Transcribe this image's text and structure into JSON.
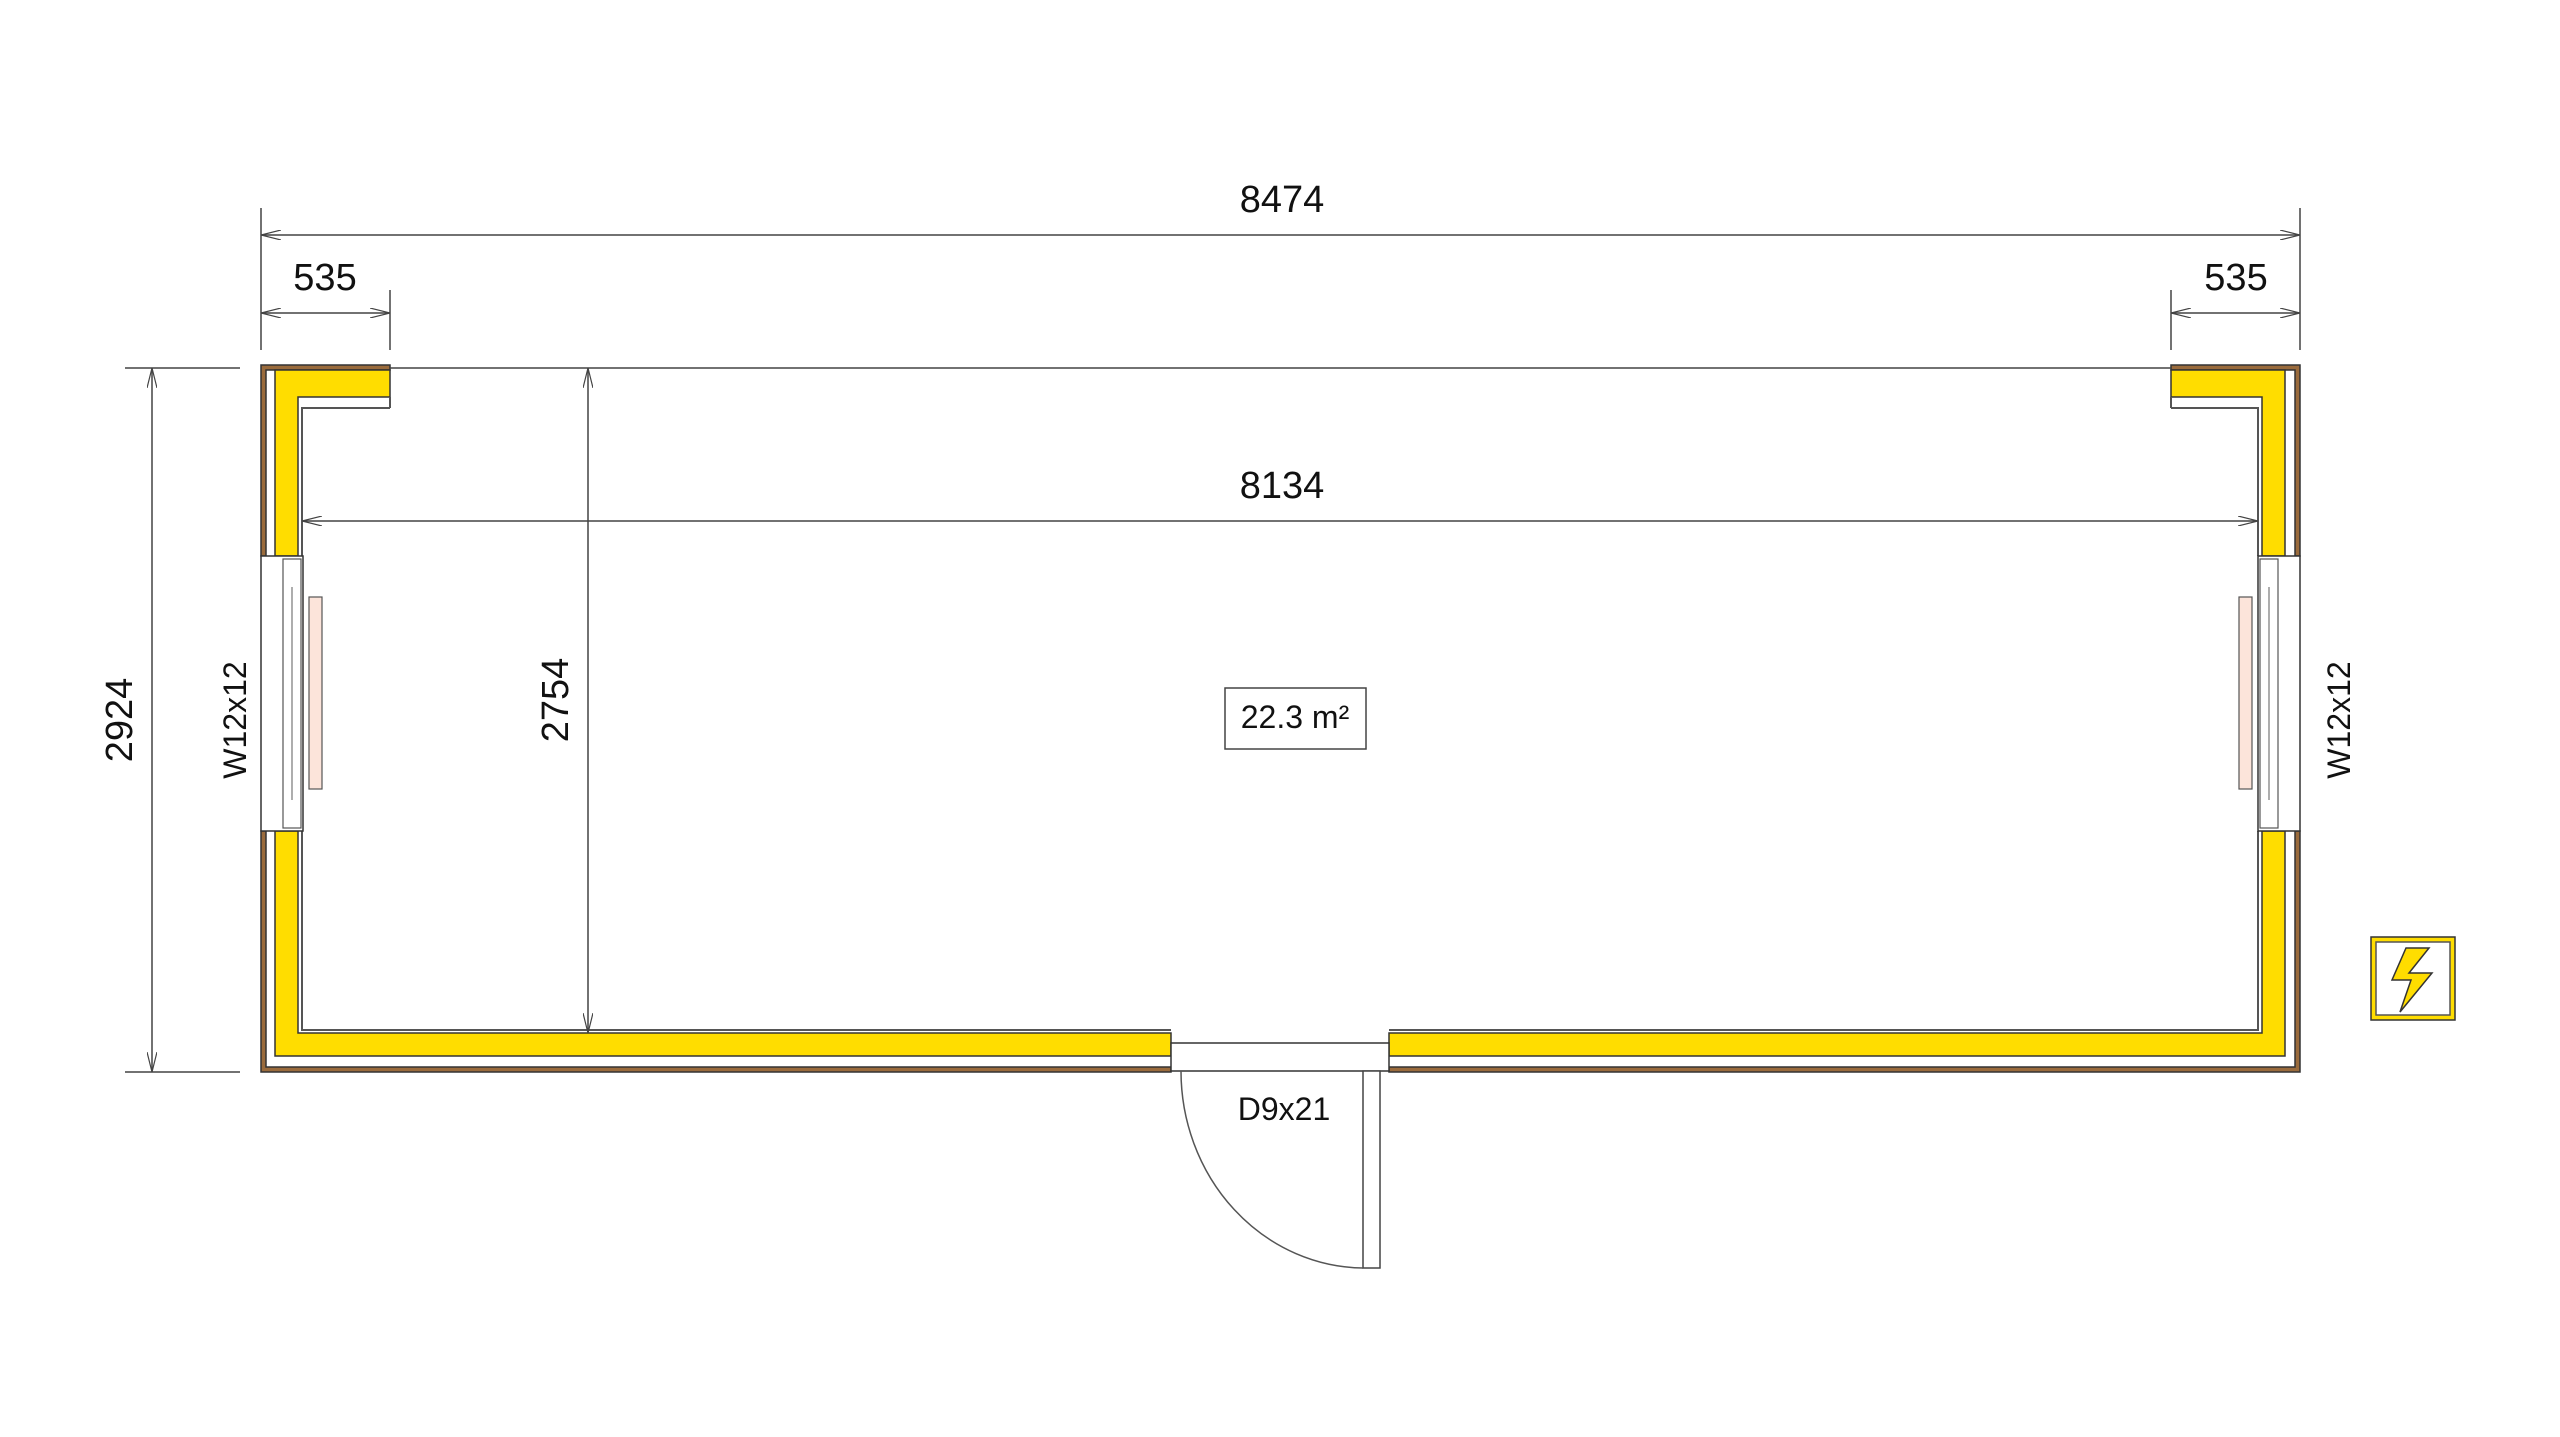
{
  "dimensions": {
    "overall_length": "8474",
    "left_offset": "535",
    "right_offset": "535",
    "inner_length": "8134",
    "overall_width": "2924",
    "inner_width": "2754"
  },
  "area_label": "22.3 m²",
  "windows": [
    {
      "label": "W12x12"
    },
    {
      "label": "W12x12"
    }
  ],
  "door": {
    "label": "D9x21"
  },
  "icons": {
    "electric": "lightning-bolt-icon"
  },
  "colors": {
    "insulation": "#FFDD00",
    "cladding": "#9A6B3C",
    "line": "#333333"
  }
}
